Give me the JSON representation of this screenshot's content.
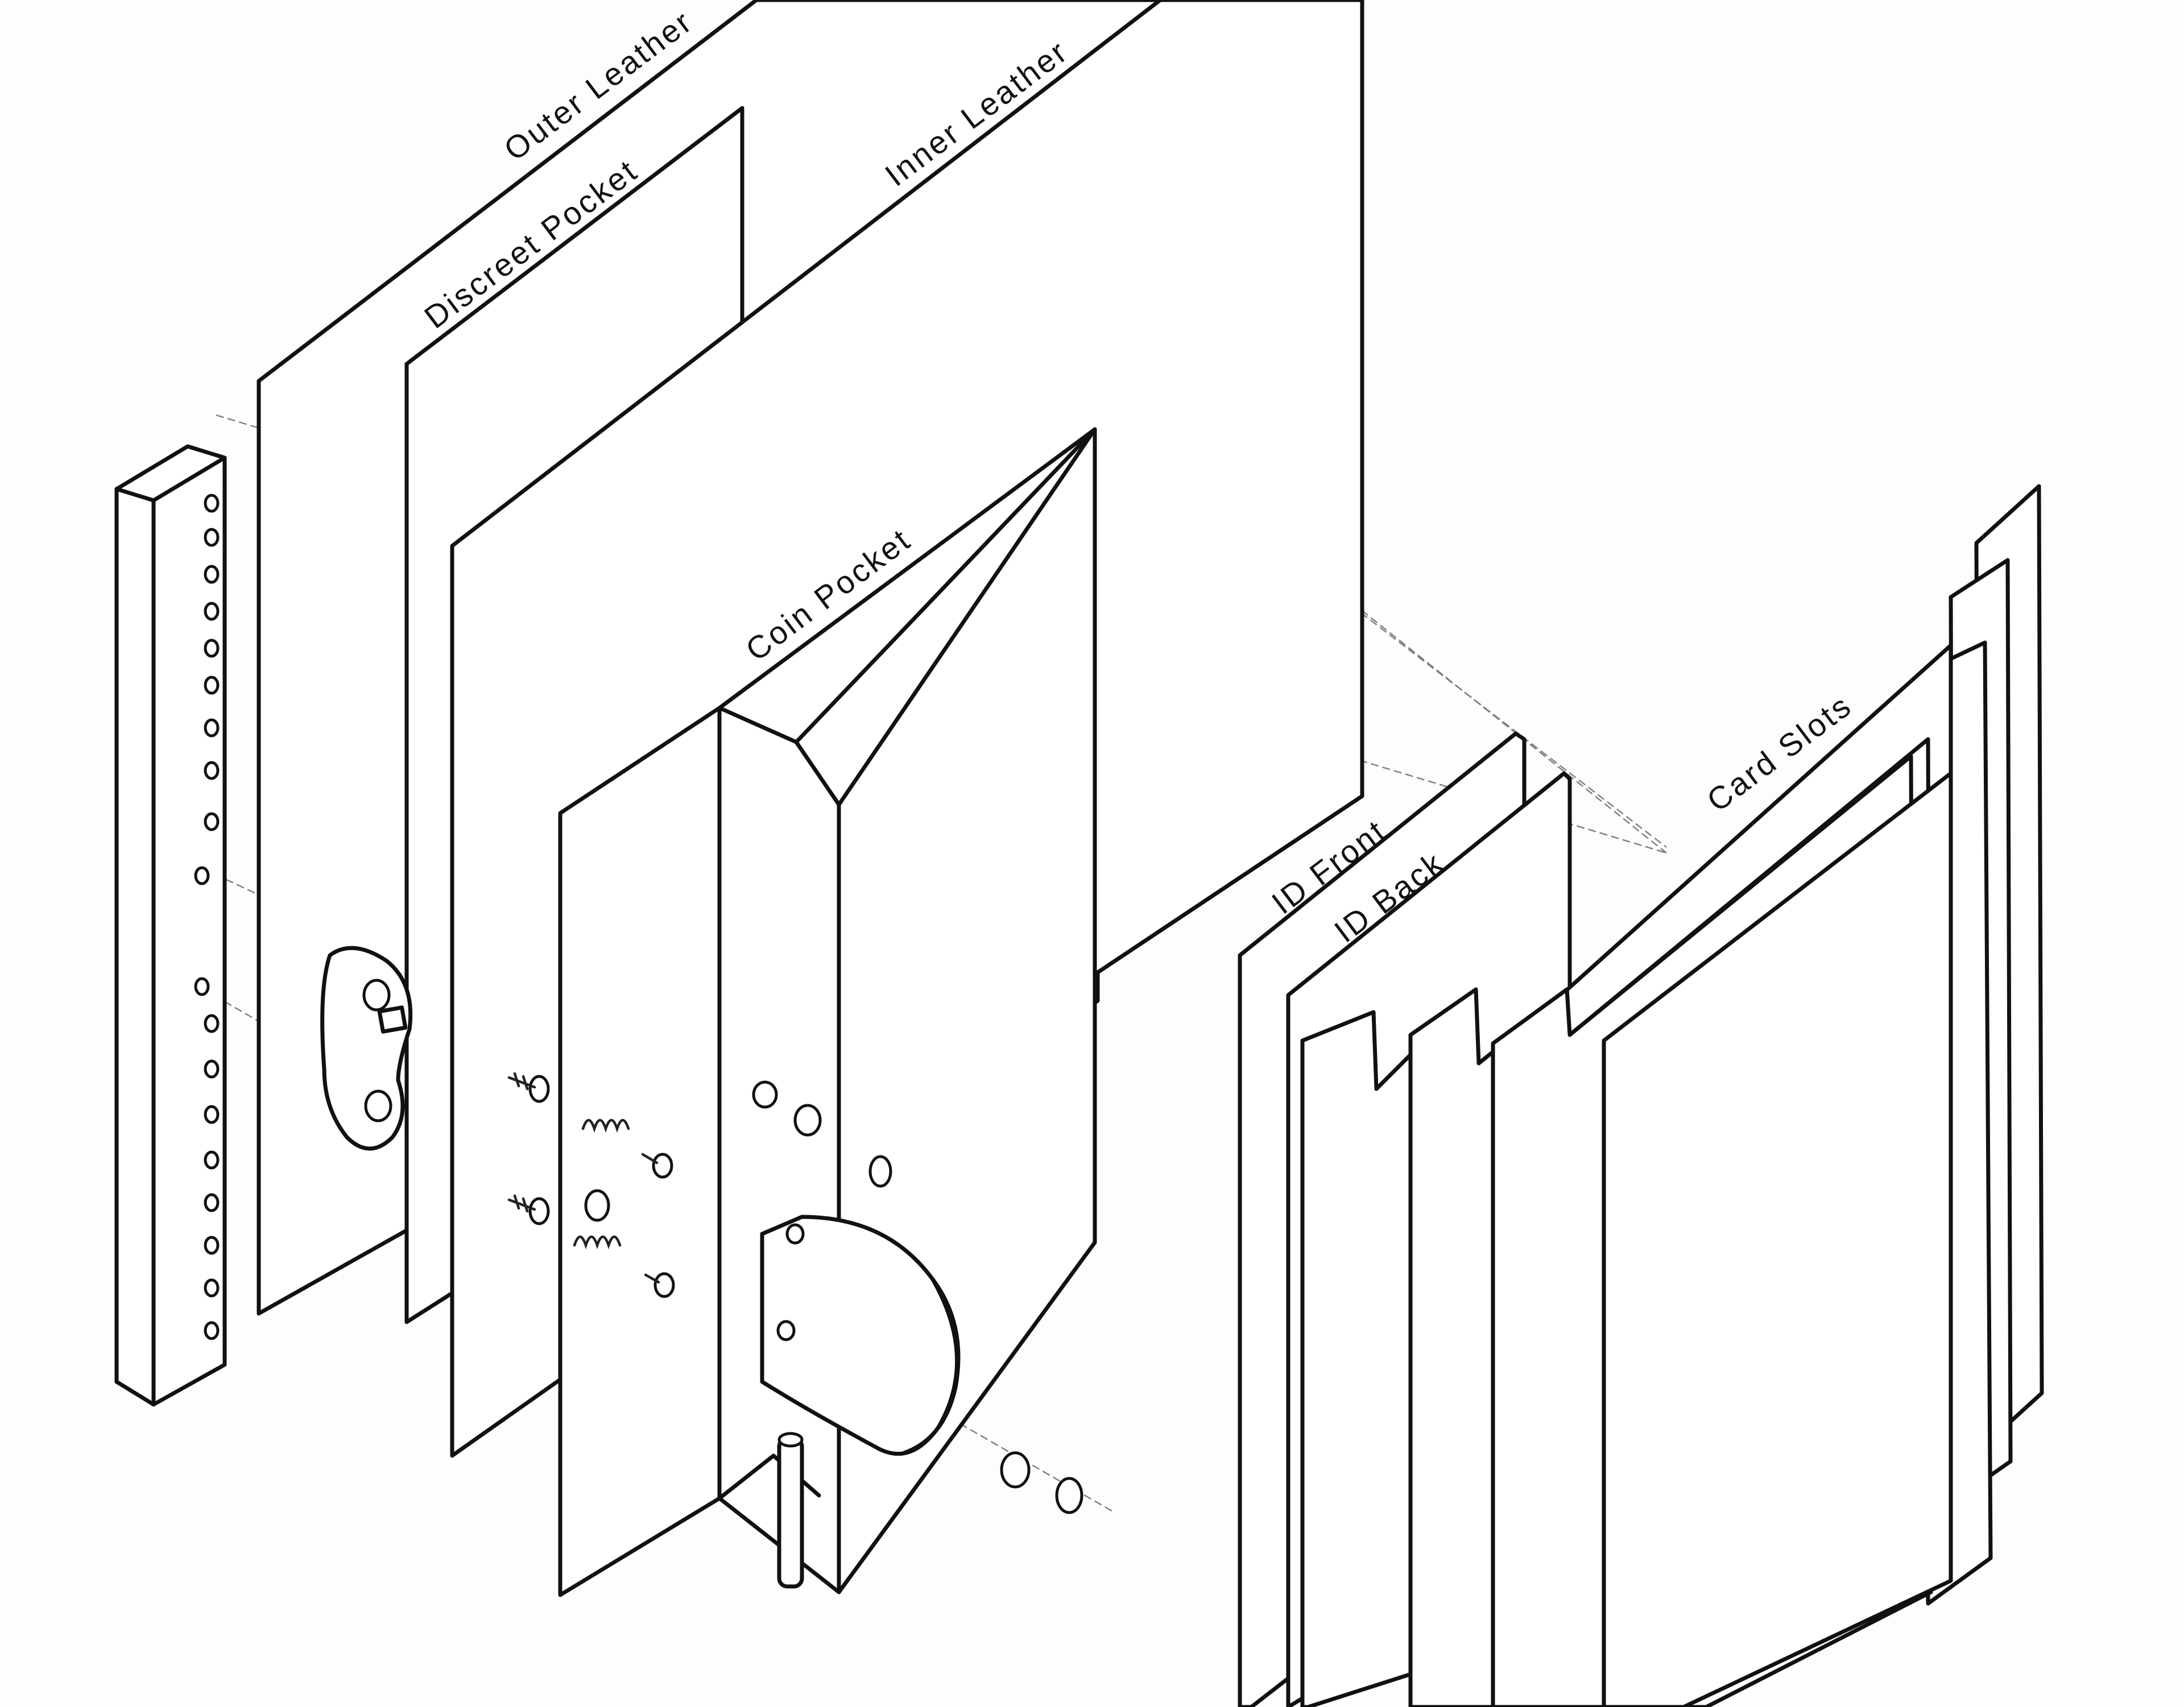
{
  "labels": {
    "outer_leather": "Outer Leather",
    "discreet_pocket": "Discreet Pocket",
    "inner_leather": "Inner Leather",
    "coin_pocket": "Coin Pocket",
    "id_front": "ID Front",
    "id_back": "ID Back",
    "card_slots": "Card Slots"
  }
}
